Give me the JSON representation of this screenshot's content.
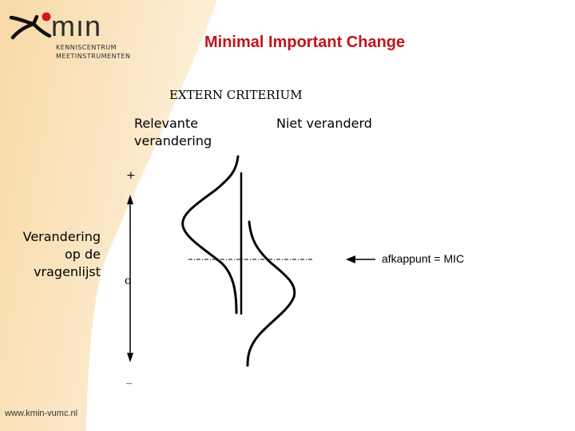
{
  "logo": {
    "wordmark": "mın",
    "sub_line1": "KENNISCENTRUM",
    "sub_line2": "MEETINSTRUMENTEN"
  },
  "title": "Minimal Important Change",
  "diagram": {
    "header": "EXTERN CRITERIUM",
    "columns": [
      "Relevante\nverandering",
      "Niet veranderd"
    ],
    "y_axis_label": "Verandering\nop de\nvragenlijst",
    "axis_marks": {
      "top": "+",
      "middle": "o",
      "bottom": "_"
    },
    "cutoff_label": "afkappunt = MIC"
  },
  "footer": "www.kmin-vumc.nl",
  "colors": {
    "title": "#c0141b",
    "accent_red": "#d4161d",
    "background_gradient": "#f8d9a6"
  }
}
